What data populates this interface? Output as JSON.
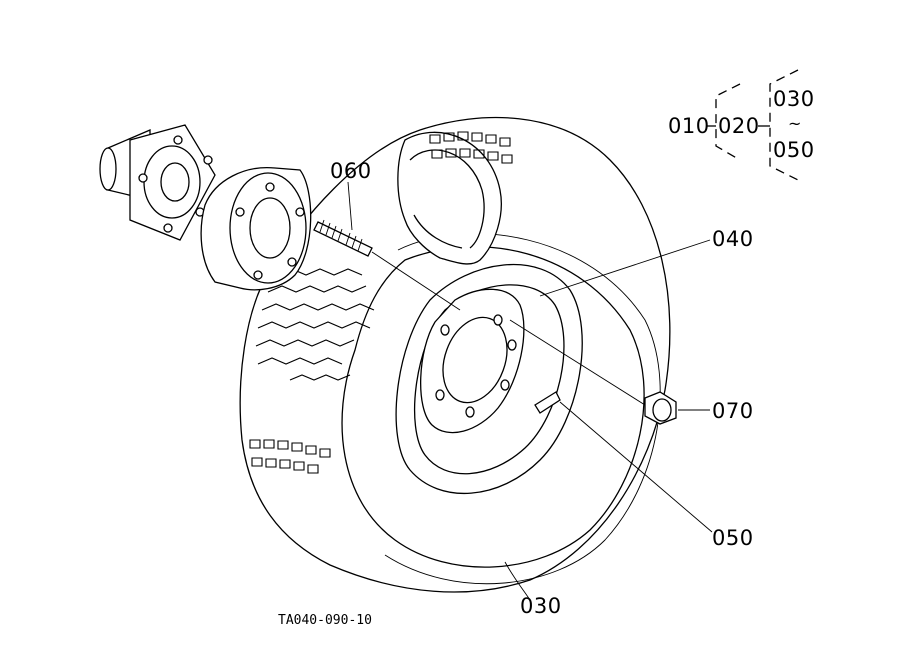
{
  "parts": {
    "p010": "010",
    "p020": "020",
    "p030_tree": "030",
    "p050_tree": "050",
    "tilde": "~",
    "p060": "060",
    "p040": "040",
    "p070": "070",
    "p050": "050",
    "p030": "030"
  },
  "figure_code": "TA040-090-10"
}
